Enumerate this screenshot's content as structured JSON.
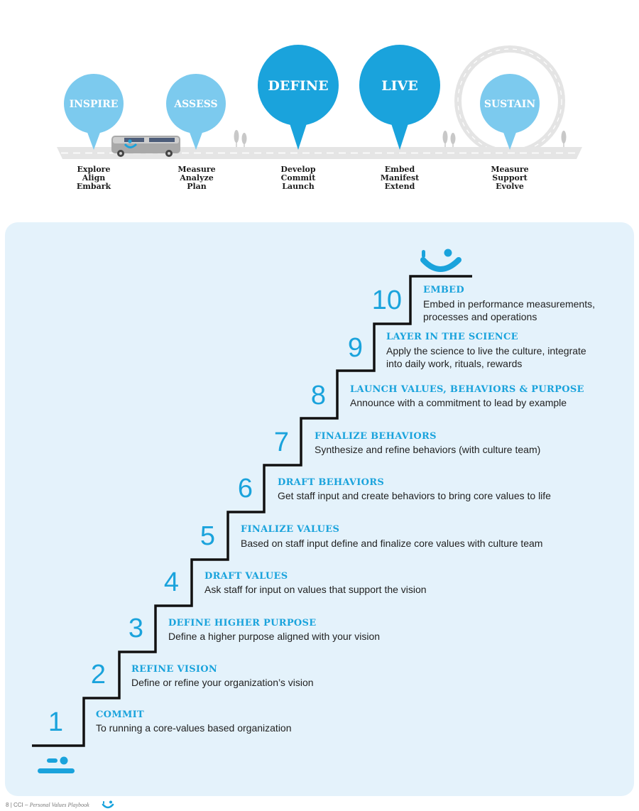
{
  "journey": {
    "pins": [
      {
        "label": "INSPIRE",
        "lines": [
          "Explore",
          "Align",
          "Embark"
        ]
      },
      {
        "label": "ASSESS",
        "lines": [
          "Measure",
          "Analyze",
          "Plan"
        ]
      },
      {
        "label": "DEFINE",
        "lines": [
          "Develop",
          "Commit",
          "Launch"
        ]
      },
      {
        "label": "LIVE",
        "lines": [
          "Embed",
          "Manifest",
          "Extend"
        ]
      },
      {
        "label": "SUSTAIN",
        "lines": [
          "Measure",
          "Support",
          "Evolve"
        ]
      }
    ]
  },
  "steps": [
    {
      "number": "1",
      "title": "COMMIT",
      "desc": [
        "To running a core-values based organization"
      ]
    },
    {
      "number": "2",
      "title": "REFINE VISION",
      "desc": [
        "Define or refine your organization’s vision"
      ]
    },
    {
      "number": "3",
      "title": "DEFINE HIGHER PURPOSE",
      "desc": [
        "Define a higher purpose aligned with your vision"
      ]
    },
    {
      "number": "4",
      "title": "DRAFT VALUES",
      "desc": [
        "Ask staff for input on values that support the vision"
      ]
    },
    {
      "number": "5",
      "title": "FINALIZE VALUES",
      "desc": [
        "Based on staff input define and finalize core values with culture team"
      ]
    },
    {
      "number": "6",
      "title": "DRAFT BEHAVIORS",
      "desc": [
        "Get staff input and create behaviors to bring core values to life"
      ]
    },
    {
      "number": "7",
      "title": "FINALIZE BEHAVIORS",
      "desc": [
        "Synthesize and refine behaviors (with culture team)"
      ]
    },
    {
      "number": "8",
      "title": "LAUNCH VALUES, BEHAVIORS & PURPOSE",
      "desc": [
        "Announce with a commitment to lead by example"
      ]
    },
    {
      "number": "9",
      "title": "LAYER IN THE SCIENCE",
      "desc": [
        "Apply the science to live the culture, integrate",
        "into daily work, rituals, rewards"
      ]
    },
    {
      "number": "10",
      "title": "EMBED",
      "desc": [
        "Embed in performance measurements,",
        "processes and operations"
      ]
    }
  ],
  "footer": {
    "page": "8",
    "separator": "|",
    "company": "CCI –",
    "title": "Personal Values Playbook"
  },
  "colors": {
    "pin_light": "#7ccaee",
    "pin_dark": "#1aa3dc",
    "road": "#e5e5e5",
    "panel": "#e4f2fb",
    "stair": "#111111"
  }
}
